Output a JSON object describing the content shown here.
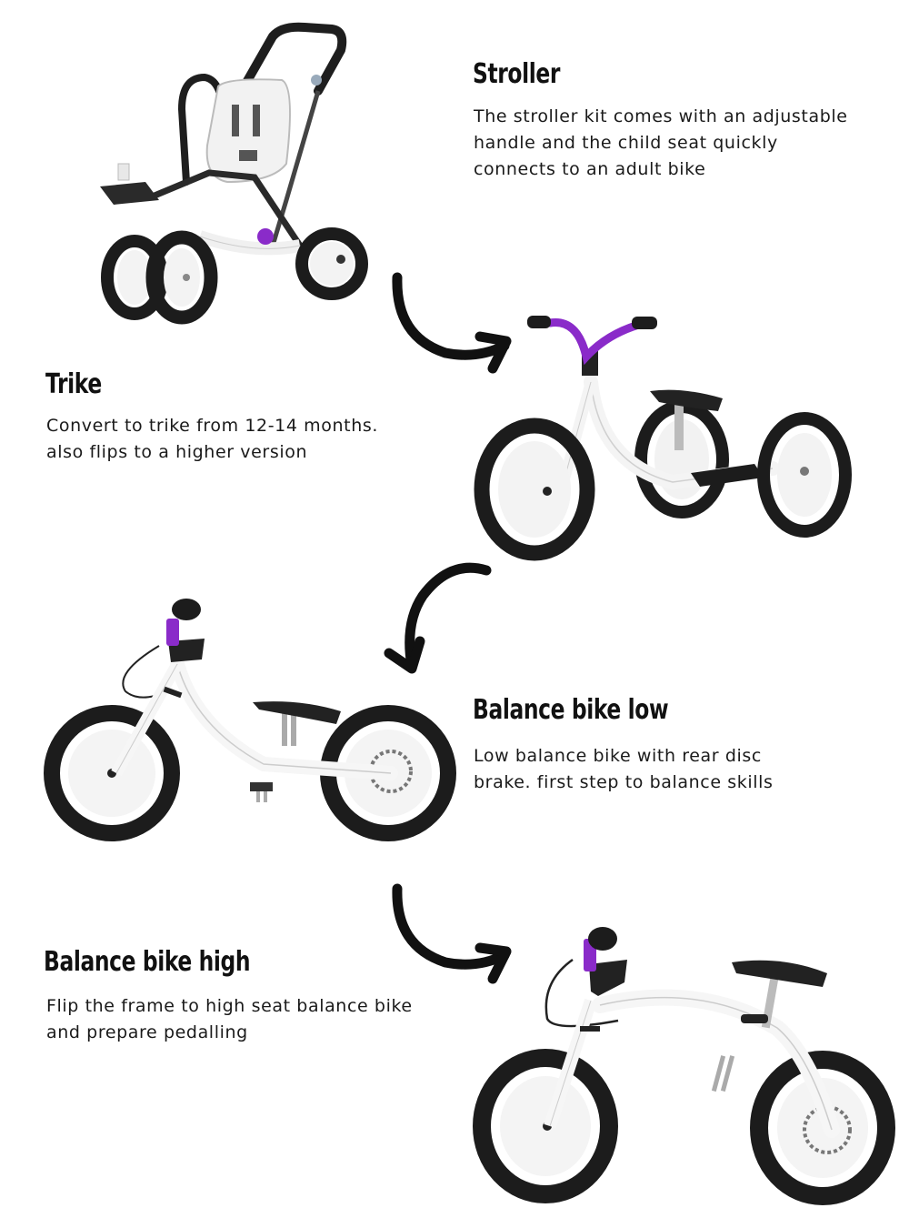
{
  "sections": [
    {
      "id": "stroller",
      "title": "Stroller",
      "description_lines": [
        "The stroller kit comes with an adjustable",
        "handle and the child seat quickly",
        "connects to an adult bike"
      ],
      "image": "stroller-configuration-illustration"
    },
    {
      "id": "trike",
      "title": "Trike",
      "description_lines": [
        "Convert  to trike from 12-14 months.",
        "also flips to a higher version"
      ],
      "image": "trike-configuration-illustration"
    },
    {
      "id": "balance-low",
      "title": "Balance bike low",
      "description_lines": [
        "Low balance bike with rear disc",
        "brake. first step to balance skills"
      ],
      "image": "balance-bike-low-illustration"
    },
    {
      "id": "balance-high",
      "title": "Balance bike high",
      "description_lines": [
        "Flip the frame to high seat balance bike",
        "and prepare pedalling"
      ],
      "image": "balance-bike-high-illustration"
    }
  ],
  "arrows": [
    "curved-arrow-right",
    "curved-arrow-down",
    "curved-arrow-right"
  ],
  "colors": {
    "background": "#ffffff",
    "text": "#111111",
    "frame": "#f4f4f4",
    "tire": "#1c1c1c",
    "accent_purple": "#8a2bc9",
    "seat": "#222222"
  }
}
